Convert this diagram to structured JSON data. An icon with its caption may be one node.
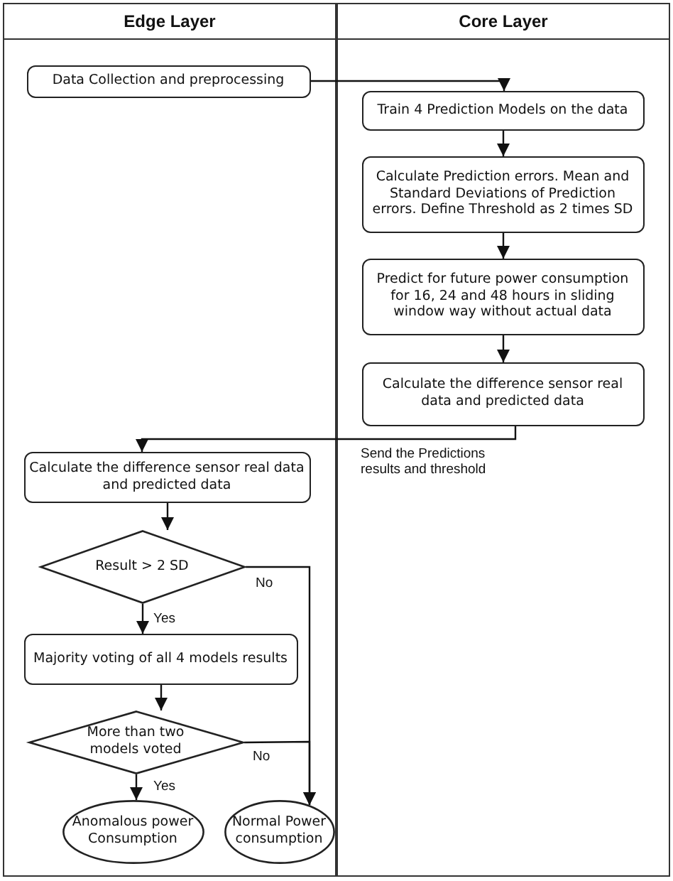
{
  "diagram": {
    "nodes": [
      {
        "text": [
          "Edge Layer"
        ]
      },
      {
        "text": [
          "Core Layer"
        ]
      },
      {
        "text": [
          "Data Collection and preprocessing"
        ],
        "in": 0
      },
      {
        "text": [
          "Train 4 Prediction Models on the data"
        ],
        "in": 1
      },
      {
        "text": [
          "Calculate Prediction errors. Mean and Standard Deviations of Prediction errors. Define Threshold as 2 times SD"
        ],
        "in": 1
      },
      {
        "text": [
          "Predict for future power consumption for 16, 24 and 48 hours in sliding window way without actual data"
        ],
        "in": 1
      },
      {
        "text": [
          "Calculate the difference sensor real data and predicted data"
        ],
        "in": 1
      },
      {
        "text": [
          "Calculate the difference sensor real data and predicted data"
        ],
        "in": 0
      },
      {
        "text": [
          "Result > 2 SD"
        ],
        "in": 0
      },
      {
        "text": [
          "Majority voting of all 4 models results"
        ],
        "in": 0
      },
      {
        "text": [
          "More than two models voted"
        ],
        "in": 0
      },
      {
        "text": [
          "Anomalous power Consumption"
        ],
        "in": 0
      },
      {
        "text": [
          "Normal Power consumption"
        ],
        "in": 0
      }
    ],
    "edges": [
      {
        "from": 2,
        "to": 3,
        "arrow": "to"
      },
      {
        "from": 3,
        "to": 4,
        "arrow": "to"
      },
      {
        "from": 4,
        "to": 5,
        "arrow": "to"
      },
      {
        "from": 5,
        "to": 6,
        "arrow": "to"
      },
      {
        "from": 6,
        "to": 7,
        "arrow": "to",
        "label": "Send the Predictions results and threshold"
      },
      {
        "from": 7,
        "to": 8,
        "arrow": "to"
      },
      {
        "from": 8,
        "to": 9,
        "arrow": "to",
        "label": "Yes"
      },
      {
        "from": 9,
        "to": 10,
        "arrow": "to"
      },
      {
        "from": 10,
        "to": 11,
        "arrow": "to",
        "label": "Yes"
      },
      {
        "from": 8,
        "to": 12,
        "arrow": "to",
        "label": "No"
      },
      {
        "from": 10,
        "to": 12,
        "arrow": "to",
        "label": "No"
      }
    ]
  }
}
